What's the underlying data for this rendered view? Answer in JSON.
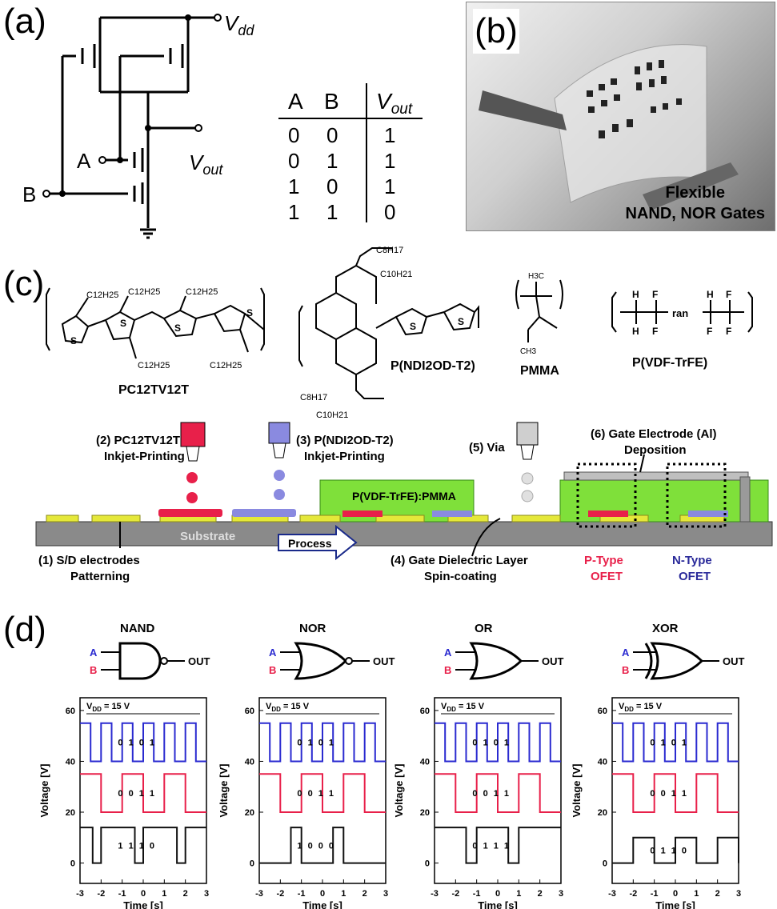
{
  "panels": {
    "a": "(a)",
    "b": "(b)",
    "c": "(c)",
    "d": "(d)"
  },
  "circuit": {
    "vdd": "V",
    "vdd_sub": "dd",
    "vout": "V",
    "vout_sub": "out",
    "input_a": "A",
    "input_b": "B"
  },
  "truth_table": {
    "headers": [
      "A",
      "B",
      "V",
      "out"
    ],
    "rows": [
      [
        "0",
        "0",
        "1"
      ],
      [
        "0",
        "1",
        "1"
      ],
      [
        "1",
        "0",
        "1"
      ],
      [
        "1",
        "1",
        "0"
      ]
    ]
  },
  "photo": {
    "caption_line1": "Flexible",
    "caption_line2": "NAND, NOR Gates"
  },
  "chem": {
    "pc12tv12t": "PC12TV12T",
    "pndi": "P(NDI2OD-T2)",
    "pmma": "PMMA",
    "pvdf": "P(VDF-TrFE)",
    "c12h25": "C12H25",
    "c8h17": "C8H17",
    "c10h21": "C10H21",
    "ran": "ran",
    "h3c": "H3C",
    "ch3": "CH3"
  },
  "process": {
    "step1_l1": "(1) S/D electrodes",
    "step1_l2": "Patterning",
    "step2_l1": "(2) PC12TV12T",
    "step2_l2": "Inkjet-Printing",
    "step3_l1": "(3) P(NDI2OD-T2)",
    "step3_l2": "Inkjet-Printing",
    "step4_l1": "(4) Gate Dielectric Layer",
    "step4_l2": "Spin-coating",
    "step5": "(5) Via",
    "step6_l1": "(6) Gate Electrode (Al)",
    "step6_l2": "Deposition",
    "layer": "P(VDF-TrFE):PMMA",
    "substrate": "Substrate",
    "arrow": "Process",
    "ptype_l1": "P-Type",
    "ptype_l2": "OFET",
    "ntype_l1": "N-Type",
    "ntype_l2": "OFET"
  },
  "logic": {
    "in_a": "A",
    "in_b": "B",
    "out": "OUT",
    "vdd_label": "V",
    "vdd_sub": "DD",
    "vdd_value": "= 15 V",
    "xlabel": "Time [s]",
    "ylabel": "Voltage [V]",
    "xticks": [
      "-3",
      "-2",
      "-1",
      "0",
      "1",
      "2",
      "3"
    ],
    "yticks": [
      "0",
      "20",
      "40",
      "60"
    ]
  },
  "colors": {
    "blue": "#2a2ad0",
    "red": "#e8204a",
    "black": "#111111",
    "green": "#7fe03a",
    "ptype": "#e8204a",
    "ntype": "#2a2a9a"
  },
  "chart_data": [
    {
      "type": "line",
      "title": "NAND",
      "xlabel": "Time [s]",
      "ylabel": "Voltage [V]",
      "xlim": [
        -3,
        3
      ],
      "ylim": [
        -8,
        65
      ],
      "series": [
        {
          "name": "A",
          "label": "0 1 0 1",
          "low": 40,
          "high": 55,
          "period": 1.0,
          "phase": -2.5,
          "start_high": true
        },
        {
          "name": "B",
          "label": "0 0 1 1",
          "low": 20,
          "high": 35,
          "period": 2.0,
          "phase": -2.0,
          "start_high": true
        },
        {
          "name": "OUT",
          "label": "1 1 1 0",
          "low": 0,
          "high": 14,
          "pulses": [
            [
              -2.4,
              -2.0
            ],
            [
              -0.4,
              0.0
            ],
            [
              1.6,
              2.0
            ]
          ]
        }
      ]
    },
    {
      "type": "line",
      "title": "NOR",
      "xlabel": "Time [s]",
      "ylabel": "Voltage [V]",
      "xlim": [
        -3,
        3
      ],
      "ylim": [
        -8,
        65
      ],
      "series": [
        {
          "name": "A",
          "label": "0 1 0 1",
          "low": 40,
          "high": 55,
          "period": 1.0,
          "phase": -2.5,
          "start_high": true
        },
        {
          "name": "B",
          "label": "0 0 1 1",
          "low": 20,
          "high": 35,
          "period": 2.0,
          "phase": -2.0,
          "start_high": true
        },
        {
          "name": "OUT",
          "label": "1 0 0 0",
          "low": 0,
          "high": 14,
          "pulses_high": [
            [
              -1.5,
              -1.0
            ],
            [
              0.5,
              1.0
            ]
          ]
        }
      ]
    },
    {
      "type": "line",
      "title": "OR",
      "xlabel": "Time [s]",
      "ylabel": "Voltage [V]",
      "xlim": [
        -3,
        3
      ],
      "ylim": [
        -8,
        65
      ],
      "series": [
        {
          "name": "A",
          "label": "0 1 0 1",
          "low": 40,
          "high": 55,
          "period": 1.0,
          "phase": -2.5,
          "start_high": true
        },
        {
          "name": "B",
          "label": "0 0 1 1",
          "low": 20,
          "high": 35,
          "period": 2.0,
          "phase": -2.0,
          "start_high": true
        },
        {
          "name": "OUT",
          "label": "0 1 1 1",
          "low": 0,
          "high": 14,
          "pulses": [
            [
              -1.5,
              -1.0
            ],
            [
              0.5,
              1.0
            ]
          ]
        }
      ]
    },
    {
      "type": "line",
      "title": "XOR",
      "xlabel": "Time [s]",
      "ylabel": "Voltage [V]",
      "xlim": [
        -3,
        3
      ],
      "ylim": [
        -8,
        65
      ],
      "series": [
        {
          "name": "A",
          "label": "0 1 0 1",
          "low": 40,
          "high": 55,
          "period": 1.0,
          "phase": -2.5,
          "start_high": true
        },
        {
          "name": "B",
          "label": "0 0 1 1",
          "low": 20,
          "high": 35,
          "period": 2.0,
          "phase": -2.0,
          "start_high": true
        },
        {
          "name": "OUT",
          "label": "0 1 1 0",
          "low": 0,
          "high": 10,
          "pulses_high": [
            [
              -2.0,
              -1.0
            ],
            [
              0.0,
              1.0
            ],
            [
              2.0,
              3.0
            ]
          ]
        }
      ]
    }
  ]
}
